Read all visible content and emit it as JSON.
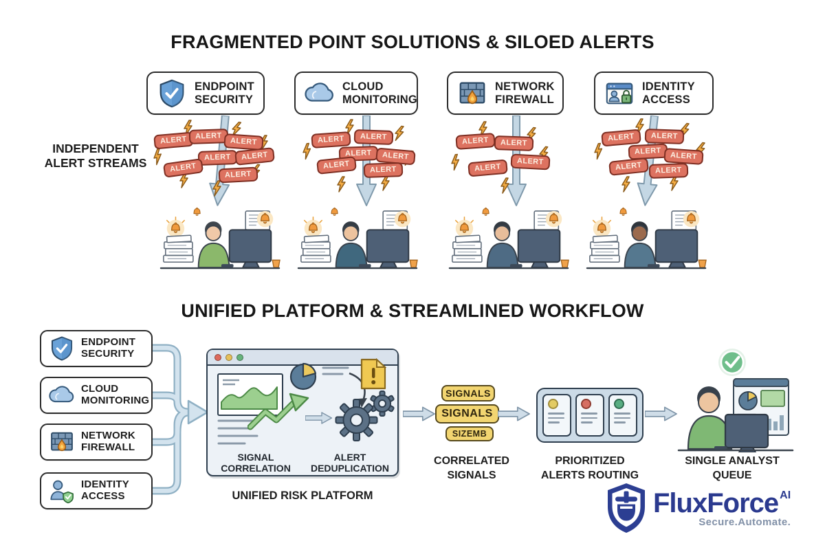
{
  "titles": {
    "fragmented": "FRAGMENTED POINT SOLUTIONS & SILOED ALERTS",
    "unified": "UNIFIED PLATFORM & STREAMLINED WORKFLOW"
  },
  "independent_label": "INDEPENDENT ALERT STREAMS",
  "sources": [
    {
      "label": "ENDPOINT SECURITY",
      "icon": "shield-check-icon"
    },
    {
      "label": "CLOUD MONITORING",
      "icon": "cloud-icon"
    },
    {
      "label": "NETWORK FIREWALL",
      "icon": "firewall-flame-icon"
    },
    {
      "label": "IDENTITY ACCESS",
      "icon": "id-card-lock-icon"
    }
  ],
  "alerts": {
    "label": "ALERT",
    "counts_per_stream": [
      7,
      6,
      4,
      6
    ]
  },
  "platform": {
    "feature_left": "SIGNAL CORRELATION",
    "feature_right": "ALERT DEDUPLICATION",
    "window_caption": "UNIFIED RISK PLATFORM"
  },
  "stages": {
    "signals_badges": [
      "SIGNALS",
      "SIGNALS",
      "SIZEMB"
    ],
    "correlated_caption": "CORRELATED SIGNALS",
    "routing_caption": "PRIORITIZED ALERTS ROUTING",
    "queue_caption": "SINGLE ANALYST QUEUE"
  },
  "logo": {
    "brand": "FluxForce",
    "suffix": "AI",
    "tagline": "Secure.Automate.",
    "brand_color": "#2b3a8f",
    "tagline_color": "#8291a8"
  },
  "colors": {
    "alert_fill": "#dd7260",
    "alert_border": "#7e2f23",
    "lightning": "#f3ac44",
    "stream_arrow": "#c4d7e4",
    "signal_badge_fill": "#f2d571",
    "signal_badge_border": "#55481d",
    "panel_fill": "#ccdbe7",
    "priority_dots": [
      "#e3cb63",
      "#d66e62",
      "#58ad82"
    ],
    "check_green": "#6fbe8b"
  }
}
